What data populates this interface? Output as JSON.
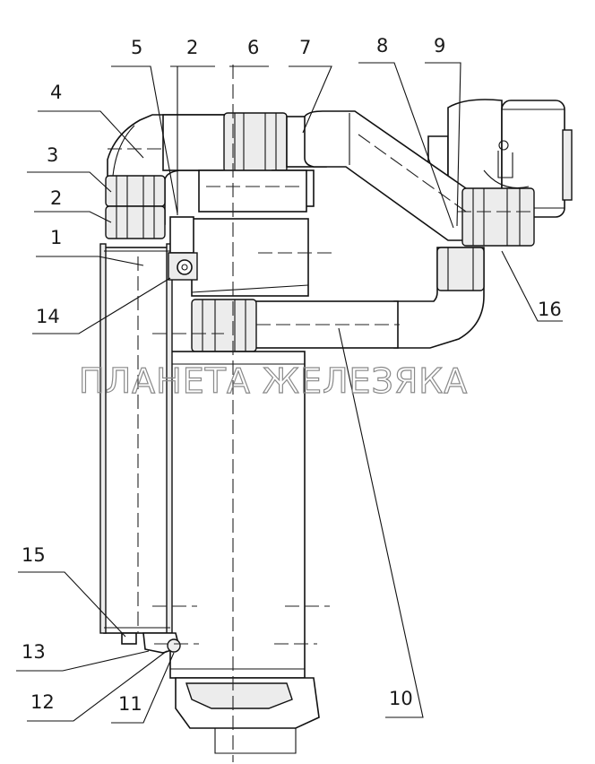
{
  "watermark": "ПЛАНЕТА ЖЕЛЕЗЯКА",
  "callouts": [
    "1",
    "2",
    "2",
    "3",
    "4",
    "5",
    "6",
    "7",
    "8",
    "9",
    "10",
    "11",
    "12",
    "13",
    "14",
    "15",
    "16"
  ]
}
